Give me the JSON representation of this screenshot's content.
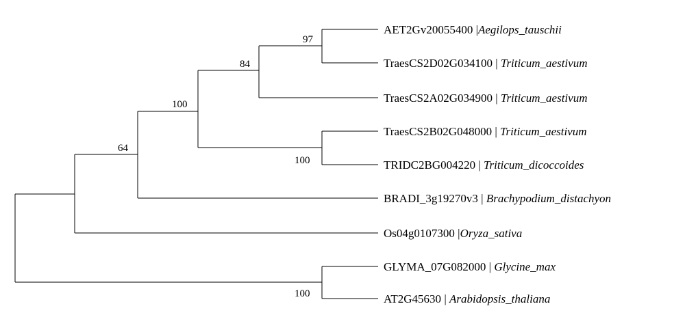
{
  "tree": {
    "leaves": [
      {
        "id": "L1",
        "gene": "AET2Gv20055400",
        "species": "Aegilops_tauschii"
      },
      {
        "id": "L2",
        "gene": "TraesCS2D02G034100",
        "species": "Triticum_aestivum"
      },
      {
        "id": "L3",
        "gene": "TraesCS2A02G034900",
        "species": "Triticum_aestivum"
      },
      {
        "id": "L4",
        "gene": "TraesCS2B02G048000",
        "species": "Triticum_aestivum"
      },
      {
        "id": "L5",
        "gene": "TRIDC2BG004220",
        "species": "Triticum_dicoccoides"
      },
      {
        "id": "L6",
        "gene": "BRADI_3g19270v3",
        "species": "Brachypodium_distachyon"
      },
      {
        "id": "L7",
        "gene": "Os04g0107300",
        "species": "Oryza_sativa"
      },
      {
        "id": "L8",
        "gene": "GLYMA_07G082000",
        "species": "Glycine_max"
      },
      {
        "id": "L9",
        "gene": "AT2G45630",
        "species": "Arabidopsis_thaliana"
      }
    ],
    "separator": "|",
    "bootstrap": {
      "n_aet_traes2d": "97",
      "n_84": "84",
      "n_100_top": "100",
      "n_64": "64",
      "n_traes2b_tridc": "100",
      "n_glyma_at": "100"
    }
  }
}
